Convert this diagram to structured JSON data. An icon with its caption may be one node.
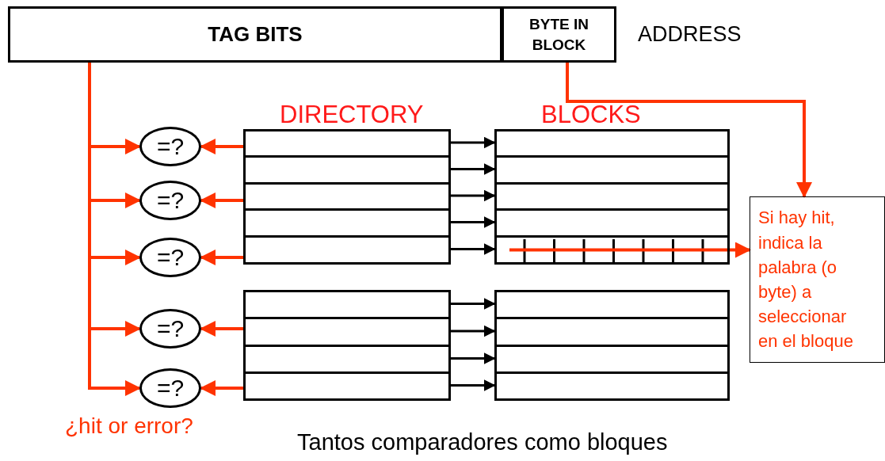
{
  "diagram": {
    "nodes": [
      {
        "text": [
          "TAG BITS"
        ]
      },
      {
        "text": [
          "BYTE IN BLOCK"
        ]
      },
      {
        "text": [
          "=?"
        ]
      },
      {
        "text": [
          "=?"
        ]
      },
      {
        "text": [
          "=?"
        ]
      },
      {
        "text": [
          "=?"
        ]
      },
      {
        "text": [
          "=?"
        ]
      },
      {
        "text": [],
        "shape": "box"
      },
      {
        "text": [],
        "shape": "box"
      },
      {
        "text": [],
        "shape": "box"
      },
      {
        "text": [],
        "shape": "box"
      },
      {
        "text": [],
        "shape": "box"
      },
      {
        "text": [],
        "shape": "box"
      },
      {
        "text": [],
        "shape": "box"
      },
      {
        "text": [],
        "shape": "box"
      },
      {
        "text": [],
        "shape": "box"
      },
      {
        "text": [],
        "shape": "box"
      },
      {
        "text": [],
        "shape": "box"
      },
      {
        "text": [],
        "shape": "box"
      },
      {
        "text": [],
        "shape": "box"
      },
      {
        "text": [],
        "shape": "box"
      },
      {
        "text": [],
        "shape": "box"
      },
      {
        "text": [],
        "shape": "box"
      },
      {
        "text": [],
        "shape": "box"
      },
      {
        "text": [],
        "shape": "box"
      },
      {
        "text": [
          "Si hay hit, indica la palabra (o byte) a seleccionar en el bloque"
        ]
      }
    ],
    "edges": [
      {
        "from": 0,
        "to": 2,
        "arrow": "to"
      },
      {
        "from": 0,
        "to": 3,
        "arrow": "to"
      },
      {
        "from": 0,
        "to": 4,
        "arrow": "to"
      },
      {
        "from": 0,
        "to": 5,
        "arrow": "to"
      },
      {
        "from": 0,
        "to": 6,
        "arrow": "to"
      },
      {
        "from": 7,
        "to": 2,
        "arrow": "to"
      },
      {
        "from": 9,
        "to": 3,
        "arrow": "to"
      },
      {
        "from": 11,
        "to": 4,
        "arrow": "to"
      },
      {
        "from": 13,
        "to": 5,
        "arrow": "to"
      },
      {
        "from": 15,
        "to": 6,
        "arrow": "to"
      },
      {
        "from": 7,
        "to": 16,
        "arrow": "to",
        "color": "#000000"
      },
      {
        "from": 8,
        "to": 17,
        "arrow": "to",
        "color": "#000000"
      },
      {
        "from": 9,
        "to": 18,
        "arrow": "to",
        "color": "#000000"
      },
      {
        "from": 10,
        "to": 19,
        "arrow": "to",
        "color": "#000000"
      },
      {
        "from": 11,
        "to": 20,
        "arrow": "to",
        "color": "#000000"
      },
      {
        "from": 12,
        "to": 21,
        "arrow": "to",
        "color": "#000000"
      },
      {
        "from": 13,
        "to": 22,
        "arrow": "to",
        "color": "#000000"
      },
      {
        "from": 14,
        "to": 23,
        "arrow": "to",
        "color": "#000000"
      },
      {
        "from": 15,
        "to": 24,
        "arrow": "to",
        "color": "#000000"
      },
      {
        "from": 1,
        "to": 25,
        "arrow": "to"
      },
      {
        "from": 20,
        "to": 25,
        "arrow": "to"
      }
    ],
    "labels": [
      "ADDRESS",
      "DIRECTORY",
      "BLOCKS",
      "¿hit or error?",
      "Tantos comparadores como bloques"
    ]
  }
}
